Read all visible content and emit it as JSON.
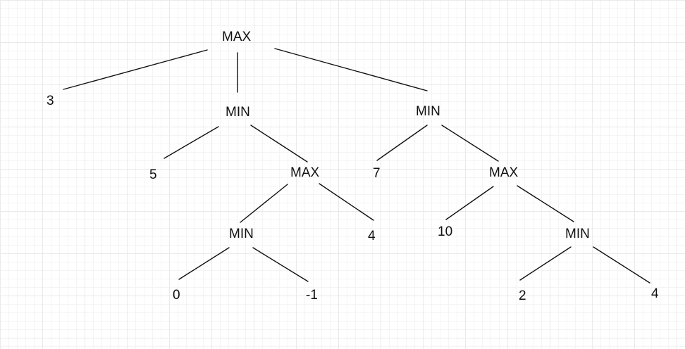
{
  "tree": {
    "nodes": [
      {
        "id": "root",
        "label": "MAX"
      },
      {
        "id": "leaf-3",
        "label": "3"
      },
      {
        "id": "min-left",
        "label": "MIN"
      },
      {
        "id": "min-right",
        "label": "MIN"
      },
      {
        "id": "leaf-5",
        "label": "5"
      },
      {
        "id": "max-left",
        "label": "MAX"
      },
      {
        "id": "leaf-7",
        "label": "7"
      },
      {
        "id": "max-right",
        "label": "MAX"
      },
      {
        "id": "min-ll",
        "label": "MIN"
      },
      {
        "id": "leaf-4a",
        "label": "4"
      },
      {
        "id": "leaf-10",
        "label": "10"
      },
      {
        "id": "min-rr",
        "label": "MIN"
      },
      {
        "id": "leaf-0",
        "label": "0"
      },
      {
        "id": "leaf-neg1",
        "label": "-1"
      },
      {
        "id": "leaf-2",
        "label": "2"
      },
      {
        "id": "leaf-4b",
        "label": "4"
      }
    ]
  }
}
